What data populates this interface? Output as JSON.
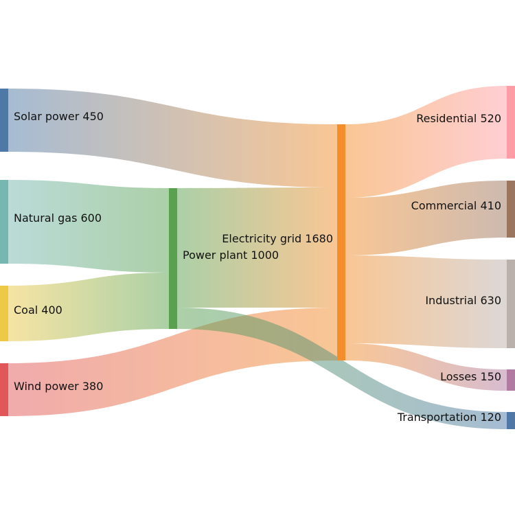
{
  "title": "Energy flow Sankey",
  "nodes": [
    {
      "id": "solar",
      "label": "Solar power 450",
      "color": "#4e79a7"
    },
    {
      "id": "gas",
      "label": "Natural gas 600",
      "color": "#76b7b2"
    },
    {
      "id": "coal",
      "label": "Coal 400",
      "color": "#edc948"
    },
    {
      "id": "wind",
      "label": "Wind power 380",
      "color": "#e15759"
    },
    {
      "id": "plant",
      "label": "Power plant 1000",
      "color": "#59a14f"
    },
    {
      "id": "grid",
      "label": "Electricity grid 1680",
      "color": "#f28e2b"
    },
    {
      "id": "res",
      "label": "Residential 520",
      "color": "#ff9da7"
    },
    {
      "id": "com",
      "label": "Commercial 410",
      "color": "#9c755f"
    },
    {
      "id": "ind",
      "label": "Industrial 630",
      "color": "#bab0ac"
    },
    {
      "id": "loss",
      "label": "Losses 150",
      "color": "#b07aa1"
    },
    {
      "id": "trans",
      "label": "Transportation 120",
      "color": "#4e79a7"
    }
  ],
  "links": [
    {
      "source": "solar",
      "target": "grid",
      "value": 450
    },
    {
      "source": "gas",
      "target": "plant",
      "value": 600
    },
    {
      "source": "coal",
      "target": "plant",
      "value": 400
    },
    {
      "source": "wind",
      "target": "grid",
      "value": 380
    },
    {
      "source": "plant",
      "target": "grid",
      "value": 850
    },
    {
      "source": "plant",
      "target": "trans",
      "value": 150
    },
    {
      "source": "grid",
      "target": "res",
      "value": 520
    },
    {
      "source": "grid",
      "target": "com",
      "value": 410
    },
    {
      "source": "grid",
      "target": "ind",
      "value": 630
    },
    {
      "source": "grid",
      "target": "loss",
      "value": 120
    }
  ]
}
